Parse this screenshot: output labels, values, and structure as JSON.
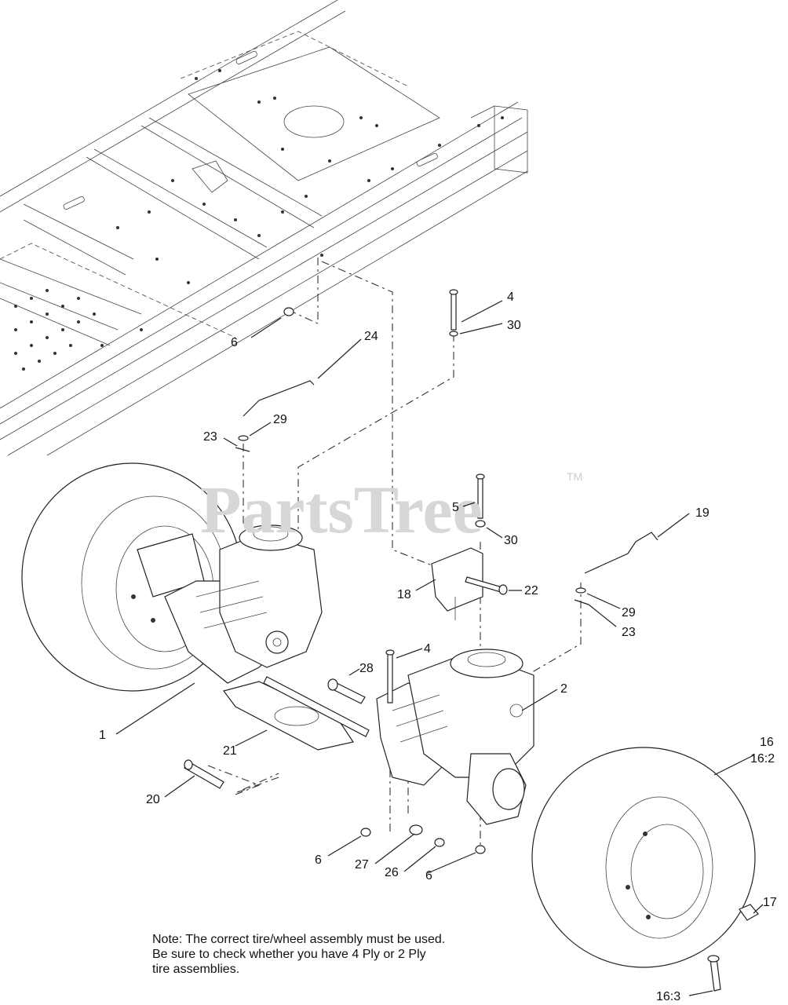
{
  "watermark": {
    "text": "PartsTree",
    "tm": "TM"
  },
  "note": {
    "lines": [
      "Note: The correct tire/wheel assembly must be used.",
      "Be sure to check whether you have 4 Ply or 2 Ply",
      "tire assemblies."
    ]
  },
  "callouts": {
    "c4_top": "4",
    "c30_top": "30",
    "c6_top": "6",
    "c24": "24",
    "c29_left": "29",
    "c23_left": "23",
    "c5": "5",
    "c30_mid": "30",
    "c19": "19",
    "c22": "22",
    "c18": "18",
    "c29_right": "29",
    "c23_right": "23",
    "c4_mid": "4",
    "c28": "28",
    "c2": "2",
    "c1": "1",
    "c21": "21",
    "c16": "16",
    "c16_2": "16:2",
    "c20": "20",
    "c6_bl": "6",
    "c27": "27",
    "c26": "26",
    "c6_br": "6",
    "c17": "17",
    "c16_3": "16:3"
  }
}
